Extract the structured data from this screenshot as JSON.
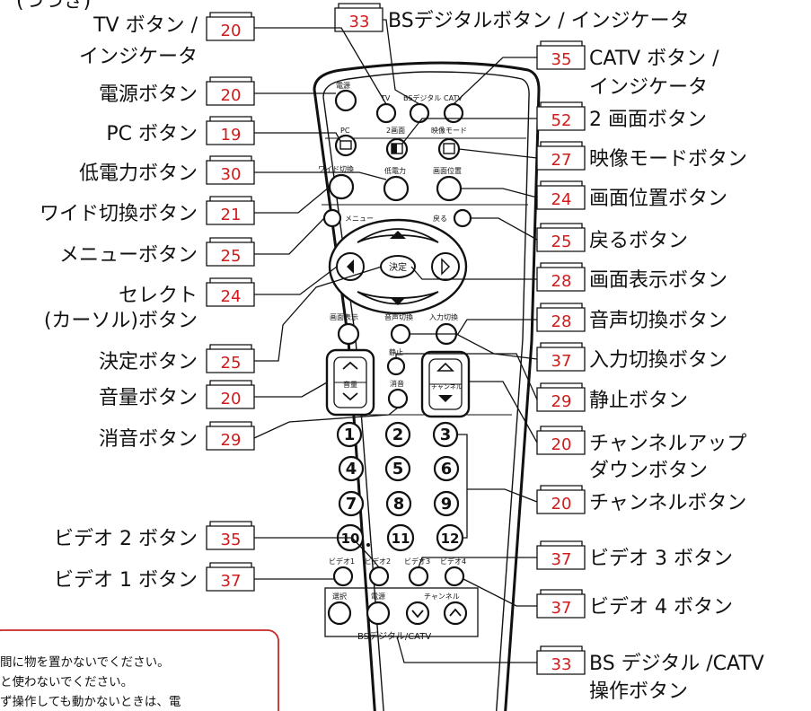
{
  "header_partial": "(つづき)",
  "labels": {
    "tv": [
      "TV ボタン /",
      "インジケータ"
    ],
    "power": "電源ボタン",
    "pc": "PC ボタン",
    "lowpower": "低電力ボタン",
    "wide": "ワイド切換ボタン",
    "menu": "メニューボタン",
    "select": [
      "セレクト",
      "(カーソル)ボタン"
    ],
    "enter": "決定ボタン",
    "volume": "音量ボタン",
    "mute": "消音ボタン",
    "video2": "ビデオ 2 ボタン",
    "video1": "ビデオ 1 ボタン",
    "bs": "BSデジタルボタン / インジケータ",
    "catv": [
      "CATV ボタン /",
      "インジケータ"
    ],
    "twoscreen": "2 画面ボタン",
    "videomode": "映像モードボタン",
    "position": "画面位置ボタン",
    "back": "戻るボタン",
    "display": "画面表示ボタン",
    "audio": "音声切換ボタン",
    "input": "入力切換ボタン",
    "freeze": "静止ボタン",
    "chupdown": [
      "チャンネルアップ",
      "ダウンボタン"
    ],
    "channel": "チャンネルボタン",
    "video3": "ビデオ 3 ボタン",
    "video4": "ビデオ 4 ボタン",
    "bscatv": [
      "BS デジタル /CATV",
      "操作ボタン"
    ]
  },
  "pages": {
    "tv": "20",
    "power": "20",
    "pc": "19",
    "lowpower": "30",
    "wide": "21",
    "menu": "25",
    "select": "24",
    "enter": "25",
    "volume": "20",
    "mute": "29",
    "video2": "35",
    "video1": "37",
    "bs": "33",
    "catv": "35",
    "twoscreen": "52",
    "videomode": "27",
    "position": "24",
    "back": "25",
    "display": "28",
    "audio": "28",
    "input": "37",
    "freeze": "29",
    "chupdown": "20",
    "channel": "20",
    "video3": "37",
    "video4": "37",
    "bscatv": "33"
  },
  "remote_labels": {
    "power": "電源",
    "tv": "TV",
    "bs": "BSデジタル",
    "catv": "CATV",
    "pc": "PC",
    "twoscreen": "2画面",
    "videomode": "映像モード",
    "wide": "ワイド切換",
    "lowpower": "低電力",
    "position": "画面位置",
    "menu": "メニュー",
    "back": "戻る",
    "enter": "決定",
    "display": "画面表示",
    "audio": "音声切換",
    "input": "入力切換",
    "freeze": "静止",
    "mute": "消音",
    "volume": "音量",
    "channel": "チャンネル",
    "numbers": [
      "1",
      "2",
      "3",
      "4",
      "5",
      "6",
      "7",
      "8",
      "9",
      "10",
      "11",
      "12"
    ],
    "video1": "ビデオ1",
    "video2": "ビデオ2",
    "video3": "ビデオ3",
    "video4": "ビデオ4",
    "select": "選択",
    "power2": "電源",
    "channel2": "チャンネル",
    "bscatv_group": "BSデジタル/CATV"
  },
  "note_lines": [
    "間に物を置かないでください。",
    "と使わないでください。",
    "ず操作しても動かないときは、電"
  ]
}
